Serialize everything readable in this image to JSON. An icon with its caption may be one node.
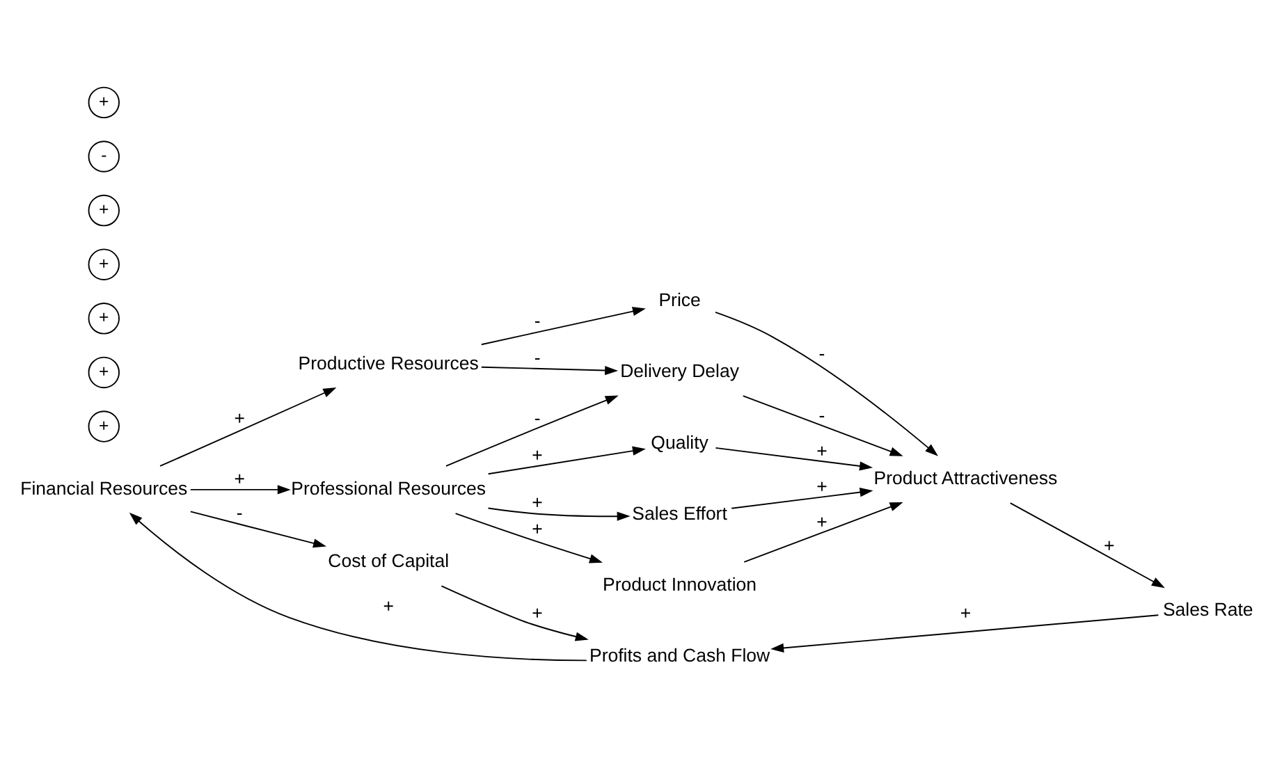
{
  "diagram": {
    "nodes": [
      {
        "text": [
          "Price"
        ]
      },
      {
        "text": [
          "Productive Resources"
        ]
      },
      {
        "text": [
          "Delivery Delay"
        ]
      },
      {
        "text": [
          "Quality"
        ]
      },
      {
        "text": [
          "Professional Resources"
        ]
      },
      {
        "text": [
          "Sales Effort"
        ]
      },
      {
        "text": [
          "Product Attractiveness"
        ]
      },
      {
        "text": [
          "Financial Resources"
        ]
      },
      {
        "text": [
          "Cost of Capital"
        ]
      },
      {
        "text": [
          "Product Innovation"
        ]
      },
      {
        "text": [
          "Sales Rate"
        ]
      },
      {
        "text": [
          "Profits and Cash Flow"
        ]
      }
    ],
    "edges": [
      {
        "from": 1,
        "to": 0,
        "arrow": "to",
        "label": "-"
      },
      {
        "from": 1,
        "to": 2,
        "arrow": "to",
        "label": "-"
      },
      {
        "from": 4,
        "to": 2,
        "arrow": "to",
        "label": "-"
      },
      {
        "from": 4,
        "to": 3,
        "arrow": "to",
        "label": "+"
      },
      {
        "from": 4,
        "to": 5,
        "arrow": "to",
        "label": "+"
      },
      {
        "from": 4,
        "to": 9,
        "arrow": "to",
        "label": "+"
      },
      {
        "from": 0,
        "to": 6,
        "arrow": "to",
        "label": "-"
      },
      {
        "from": 2,
        "to": 6,
        "arrow": "to",
        "label": "-"
      },
      {
        "from": 3,
        "to": 6,
        "arrow": "to",
        "label": "+"
      },
      {
        "from": 5,
        "to": 6,
        "arrow": "to",
        "label": "+"
      },
      {
        "from": 9,
        "to": 6,
        "arrow": "to",
        "label": "+"
      },
      {
        "from": 6,
        "to": 10,
        "arrow": "to",
        "label": "+"
      },
      {
        "from": 10,
        "to": 11,
        "arrow": "to",
        "label": "+"
      },
      {
        "from": 7,
        "to": 1,
        "arrow": "to",
        "label": "+"
      },
      {
        "from": 7,
        "to": 4,
        "arrow": "to",
        "label": "+"
      },
      {
        "from": 7,
        "to": 8,
        "arrow": "to",
        "label": "-"
      },
      {
        "from": 8,
        "to": 11,
        "arrow": "to",
        "label": "+"
      },
      {
        "from": 11,
        "to": 7,
        "arrow": "to",
        "label": "+"
      }
    ],
    "labels": [
      "+",
      "+",
      "+",
      "+",
      "+",
      "-",
      "+"
    ]
  }
}
